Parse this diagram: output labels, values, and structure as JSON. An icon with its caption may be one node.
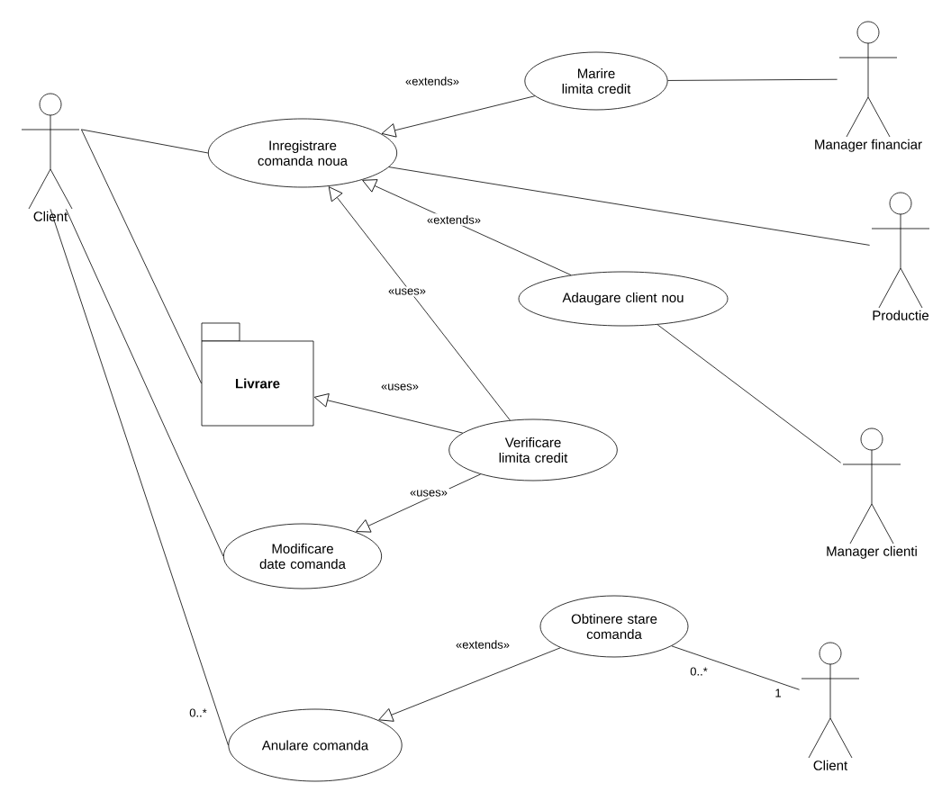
{
  "diagram": {
    "nodes": [
      {
        "text": [
          "Client"
        ]
      },
      {
        "text": [
          "Marire limita credit"
        ]
      },
      {
        "text": [
          "Manager financiar"
        ]
      },
      {
        "text": [
          "Inregistrare comanda noua"
        ]
      },
      {
        "text": [
          "Productie"
        ]
      },
      {
        "text": [
          "Adaugare client nou"
        ]
      },
      {
        "text": [
          "Livrare"
        ]
      },
      {
        "text": [
          "Verificare limita credit"
        ]
      },
      {
        "text": [
          "Manager clienti"
        ]
      },
      {
        "text": [
          "Modificare date comanda"
        ]
      },
      {
        "text": [
          "Obtinere stare comanda"
        ]
      },
      {
        "text": [
          "Client"
        ]
      },
      {
        "text": [
          "Anulare comanda"
        ]
      }
    ],
    "edges": [
      {
        "from": 0,
        "to": 3,
        "arrow": "none"
      },
      {
        "from": 1,
        "to": 3,
        "arrow": "to",
        "label": "«extends»"
      },
      {
        "from": 2,
        "to": 1,
        "arrow": "none"
      },
      {
        "from": 4,
        "to": 3,
        "arrow": "none"
      },
      {
        "from": 5,
        "to": 3,
        "arrow": "to",
        "label": "«extends»"
      },
      {
        "from": 7,
        "to": 3,
        "arrow": "to",
        "label": "«uses»"
      },
      {
        "from": 0,
        "to": 6,
        "arrow": "none"
      },
      {
        "from": 7,
        "to": 6,
        "arrow": "to",
        "label": "«uses»"
      },
      {
        "from": 8,
        "to": 5,
        "arrow": "none"
      },
      {
        "from": 7,
        "to": 9,
        "arrow": "to",
        "label": "«uses»"
      },
      {
        "from": 0,
        "to": 9,
        "arrow": "none"
      },
      {
        "from": 10,
        "to": 12,
        "arrow": "to",
        "label": "«extends»"
      },
      {
        "from": 11,
        "to": 10,
        "arrow": "none"
      },
      {
        "from": 0,
        "to": 12,
        "arrow": "none"
      }
    ],
    "labels": [
      "0..*",
      "0..*",
      "1"
    ]
  }
}
